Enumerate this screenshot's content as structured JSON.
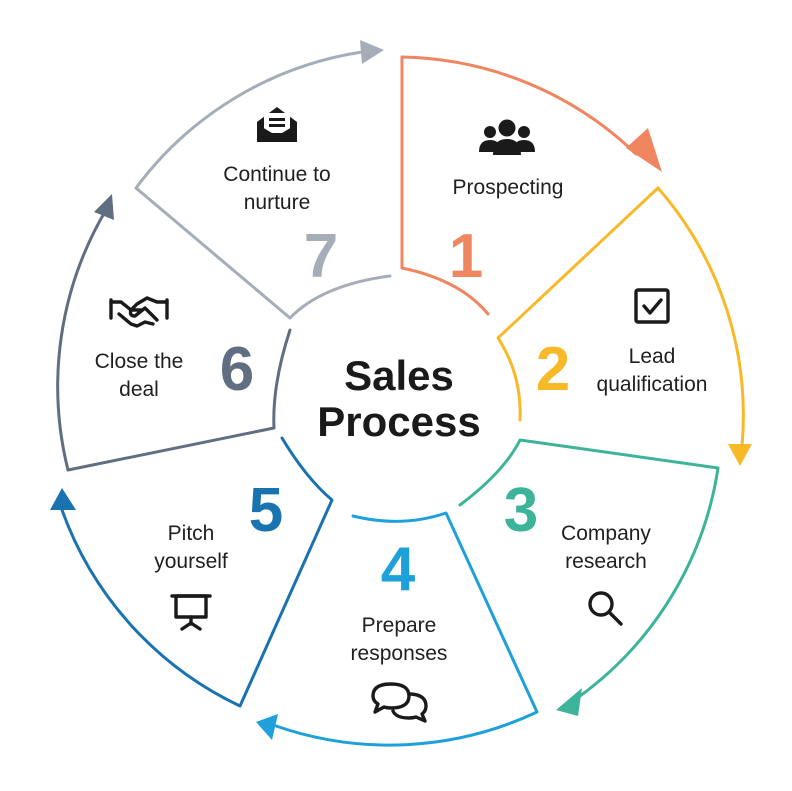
{
  "title": {
    "line1": "Sales",
    "line2": "Process"
  },
  "steps": [
    {
      "number": "1",
      "label_lines": [
        "Prospecting"
      ],
      "icon": "people-group-icon",
      "color": "#F0865F"
    },
    {
      "number": "2",
      "label_lines": [
        "Lead",
        "qualification"
      ],
      "icon": "checkbox-icon",
      "color": "#F7B928"
    },
    {
      "number": "3",
      "label_lines": [
        "Company",
        "research"
      ],
      "icon": "magnifier-icon",
      "color": "#3DB49A"
    },
    {
      "number": "4",
      "label_lines": [
        "Prepare",
        "responses"
      ],
      "icon": "chat-bubbles-icon",
      "color": "#1EA0DA"
    },
    {
      "number": "5",
      "label_lines": [
        "Pitch",
        "yourself"
      ],
      "icon": "presentation-board-icon",
      "color": "#1973AF"
    },
    {
      "number": "6",
      "label_lines": [
        "Close the",
        "deal"
      ],
      "icon": "handshake-icon",
      "color": "#5F6E80"
    },
    {
      "number": "7",
      "label_lines": [
        "Continue to",
        "nurture"
      ],
      "icon": "open-envelope-icon",
      "color": "#A5ADB8"
    }
  ]
}
